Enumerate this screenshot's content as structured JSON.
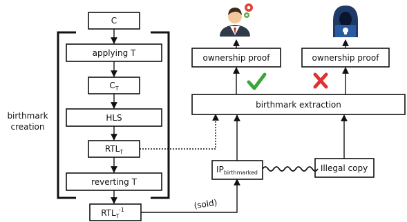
{
  "nodes": {
    "c": "C",
    "applying_t": "applying T",
    "c_t": {
      "main": "C",
      "sub": "T"
    },
    "hls": "HLS",
    "rtl_t": {
      "main": "RTL",
      "sub": "T"
    },
    "reverting_t": "reverting T",
    "rtl_t_inv": {
      "main": "RTL",
      "sub": "T",
      "sup": "-1"
    },
    "ownership_proof_left": "ownership proof",
    "ownership_proof_right": "ownership proof",
    "birthmark_extraction": "birthmark extraction",
    "ip_birthmarked": {
      "main": "IP",
      "sub": "birthmarked"
    },
    "illegal_copy": "Illegal copy"
  },
  "labels": {
    "birthmark_creation_line1": "birthmark",
    "birthmark_creation_line2": "creation",
    "sold": "(sold)"
  },
  "icons": {
    "owner": "businessman-with-gears-icon",
    "attacker": "hooded-hacker-laptop-icon",
    "check": "green-check-icon",
    "cross": "red-x-icon"
  },
  "colors": {
    "check": "#3aa63a",
    "cross": "#e03030",
    "owner_gear": "#e0463c",
    "owner_gear_small": "#5aae3a",
    "hacker": "#1f3a66"
  }
}
